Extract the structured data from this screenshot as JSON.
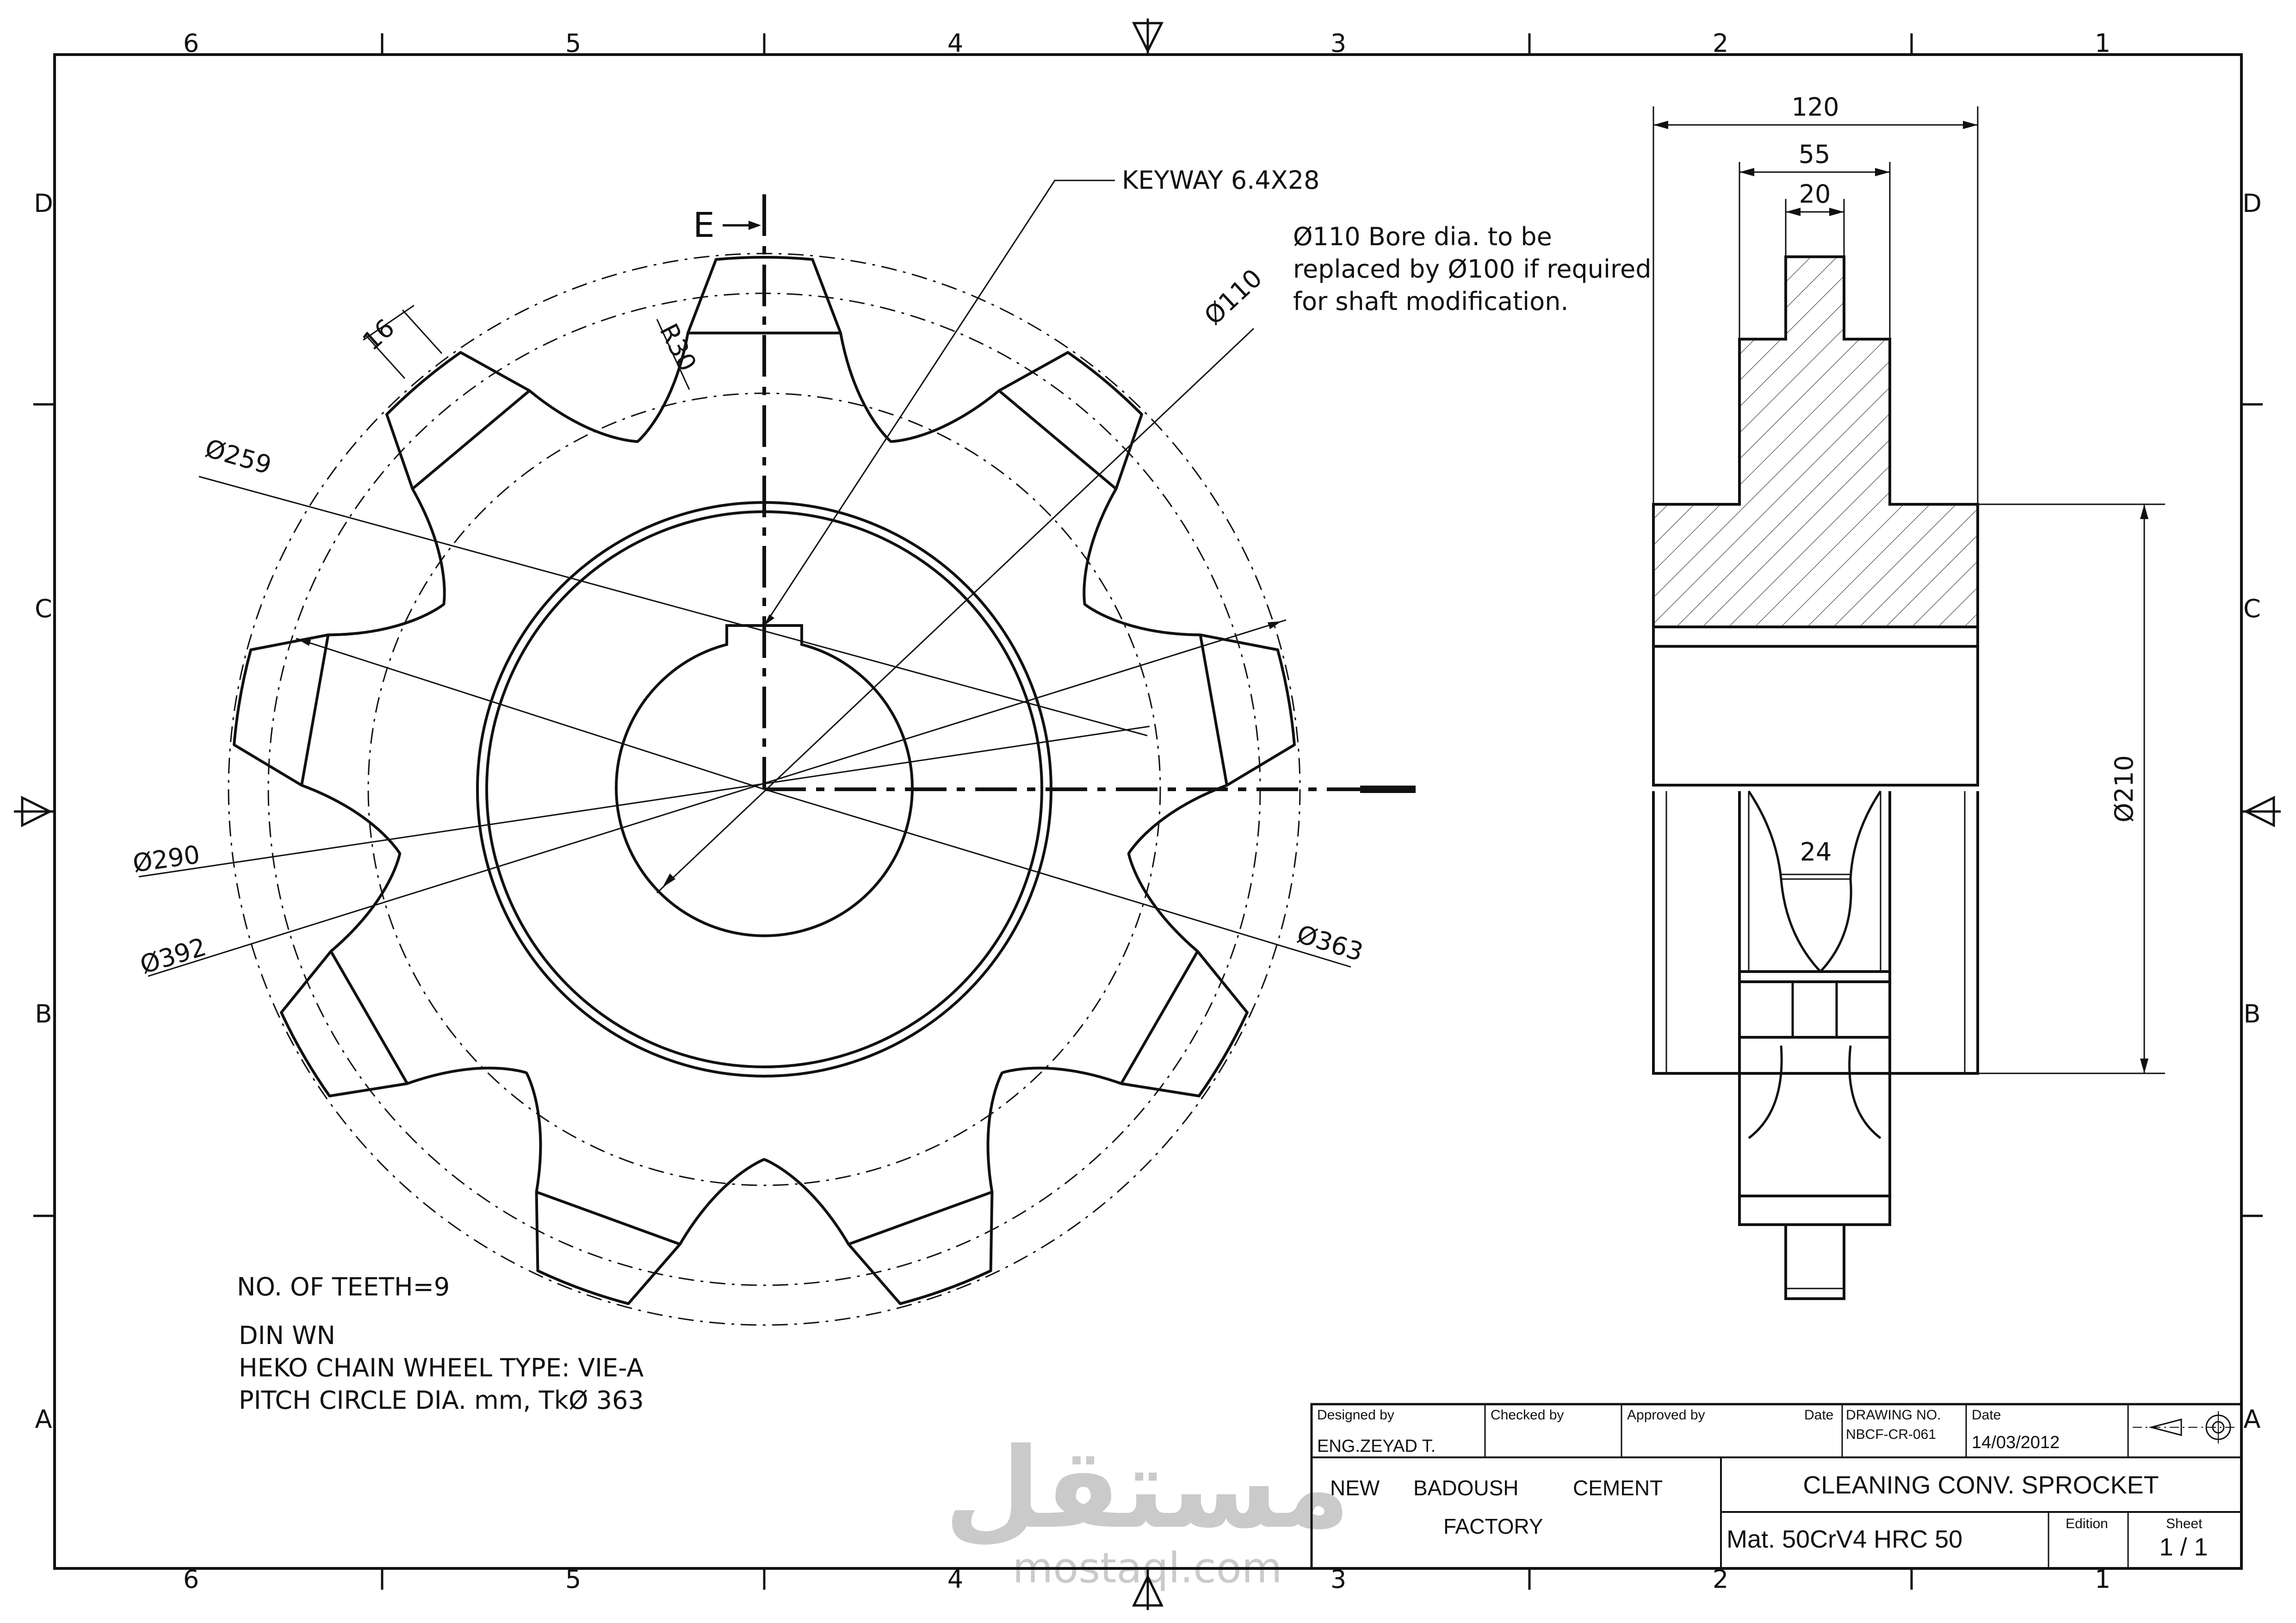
{
  "frame": {
    "columns": [
      "6",
      "5",
      "4",
      "3",
      "2",
      "1"
    ],
    "rows": [
      "D",
      "C",
      "B",
      "A"
    ]
  },
  "front_view": {
    "section_mark": "E",
    "keyway": "KEYWAY 6.4X28",
    "bore_note": [
      "Ø110 Bore dia. to be",
      "replaced by Ø100 if required",
      "for shaft modification."
    ],
    "dims": {
      "d110": "Ø110",
      "d259": "Ø259",
      "d290": "Ø290",
      "d392": "Ø392",
      "d363": "Ø363",
      "r30": "R30",
      "w16": "16"
    },
    "teeth_count": 9
  },
  "side_view": {
    "dims": {
      "w120": "120",
      "w55": "55",
      "w20": "20",
      "w24": "24",
      "d210": "Ø210"
    }
  },
  "notes": {
    "teeth": "NO. OF TEETH=9",
    "din": "DIN WN",
    "type": "HEKO CHAIN WHEEL TYPE: VIE-A",
    "pitch": "PITCH CIRCLE DIA. mm, TkØ 363"
  },
  "title_block": {
    "designed_by_label": "Designed by",
    "designed_by": "ENG.ZEYAD T.",
    "checked_by_label": "Checked by",
    "approved_by_label": "Approved by",
    "date_label": "Date",
    "drawing_no_label": "DRAWING NO.",
    "drawing_no": "NBCF-CR-061",
    "date2_label": "Date",
    "date": "14/03/2012",
    "company_line1": [
      "NEW",
      "BADOUSH",
      "CEMENT"
    ],
    "company_line2": "FACTORY",
    "title": "CLEANING CONV. SPROCKET",
    "material": "Mat. 50CrV4  HRC 50",
    "edition_label": "Edition",
    "sheet_label": "Sheet",
    "sheet": "1 / 1"
  },
  "watermark": {
    "arabic": "مستقل",
    "latin": "mostaql.com"
  }
}
